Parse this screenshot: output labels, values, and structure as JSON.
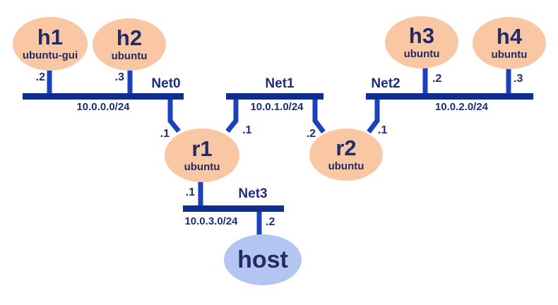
{
  "colors": {
    "node_fill": "#f9c7a4",
    "host_fill": "#b3c6f2",
    "bus": "#0d2d8f",
    "link": "#1c41bd",
    "node_text": "#232b66",
    "label_text": "#1d2d7a"
  },
  "nodes": [
    {
      "id": "h1",
      "name": "h1",
      "os": "ubuntu-gui"
    },
    {
      "id": "h2",
      "name": "h2",
      "os": "ubuntu"
    },
    {
      "id": "h3",
      "name": "h3",
      "os": "ubuntu"
    },
    {
      "id": "h4",
      "name": "h4",
      "os": "ubuntu"
    },
    {
      "id": "r1",
      "name": "r1",
      "os": "ubuntu"
    },
    {
      "id": "r2",
      "name": "r2",
      "os": "ubuntu"
    },
    {
      "id": "host",
      "name": "host",
      "os": ""
    }
  ],
  "networks": [
    {
      "id": "net0",
      "name": "Net0",
      "cidr": "10.0.0.0/24"
    },
    {
      "id": "net1",
      "name": "Net1",
      "cidr": "10.0.1.0/24"
    },
    {
      "id": "net2",
      "name": "Net2",
      "cidr": "10.0.2.0/24"
    },
    {
      "id": "net3",
      "name": "Net3",
      "cidr": "10.0.3.0/24"
    }
  ],
  "interfaces": [
    {
      "node": "h1",
      "network": "Net0",
      "ip": ".2"
    },
    {
      "node": "h2",
      "network": "Net0",
      "ip": ".3"
    },
    {
      "node": "r1",
      "network": "Net0",
      "ip": ".1"
    },
    {
      "node": "r1",
      "network": "Net1",
      "ip": ".1"
    },
    {
      "node": "r2",
      "network": "Net1",
      "ip": ".2"
    },
    {
      "node": "r2",
      "network": "Net2",
      "ip": ".1"
    },
    {
      "node": "h3",
      "network": "Net2",
      "ip": ".2"
    },
    {
      "node": "h4",
      "network": "Net2",
      "ip": ".3"
    },
    {
      "node": "r1",
      "network": "Net3",
      "ip": ".1"
    },
    {
      "node": "host",
      "network": "Net3",
      "ip": ".2"
    }
  ]
}
